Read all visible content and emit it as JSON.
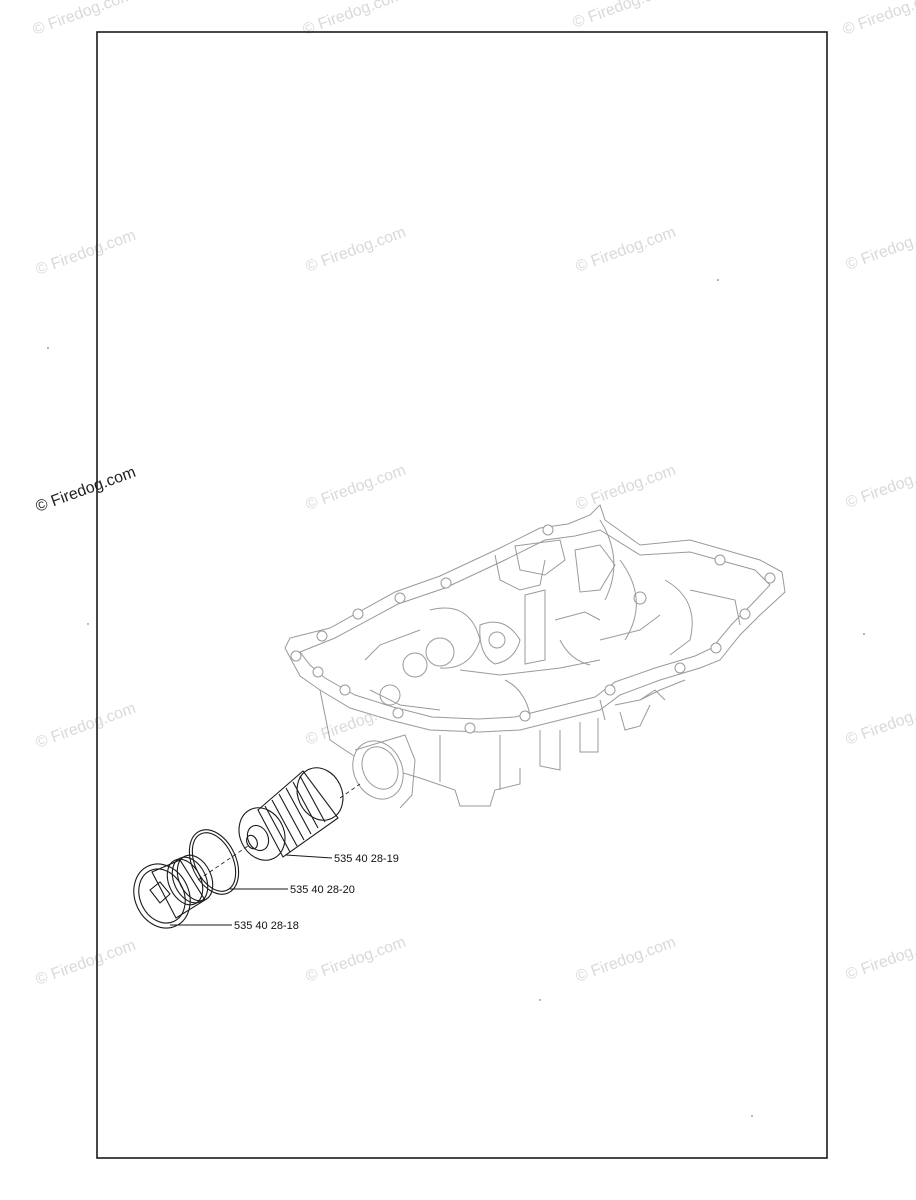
{
  "watermark": {
    "text": "© Firedog.com"
  },
  "parts": [
    {
      "id": "filter",
      "part_number": "535 40 28-19"
    },
    {
      "id": "o-ring",
      "part_number": "535 40 28-20"
    },
    {
      "id": "plug",
      "part_number": "535 40 28-18"
    }
  ],
  "colors": {
    "frame": "#1a1a1a",
    "faint_drawing": "#9a9a9a",
    "watermark_faint": "#d9d9d9",
    "background": "#ffffff"
  }
}
